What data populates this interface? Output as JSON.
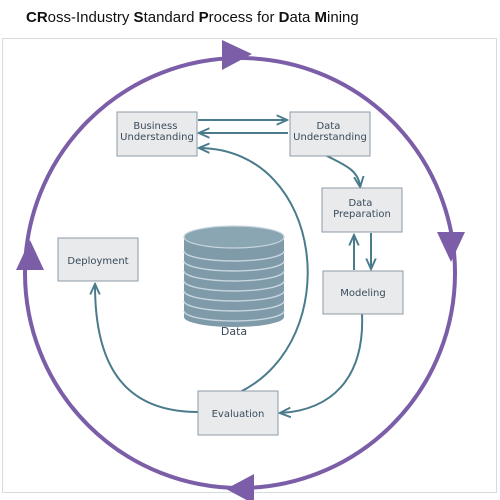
{
  "title": {
    "segments": [
      {
        "text": "CR",
        "bold": true
      },
      {
        "text": "oss-Industry ",
        "bold": false
      },
      {
        "text": "S",
        "bold": true
      },
      {
        "text": "tandard ",
        "bold": false
      },
      {
        "text": "P",
        "bold": true
      },
      {
        "text": "rocess for ",
        "bold": false
      },
      {
        "text": "D",
        "bold": true
      },
      {
        "text": "ata ",
        "bold": false
      },
      {
        "text": "M",
        "bold": true
      },
      {
        "text": "ining",
        "bold": false
      }
    ]
  },
  "diagram": {
    "phases": {
      "business_understanding": [
        "Business",
        "Understanding"
      ],
      "data_understanding": [
        "Data",
        "Understanding"
      ],
      "data_preparation": [
        "Data",
        "Preparation"
      ],
      "modeling": "Modeling",
      "evaluation": "Evaluation",
      "deployment": "Deployment"
    },
    "data_store_label": "Data"
  },
  "colors": {
    "outer_cycle": "#7b5ea7",
    "inner_arrows": "#4a7b8c",
    "box_fill": "#e8eaec",
    "box_border": "#8e9ba6",
    "cylinder_band": "#7f9aa8",
    "cylinder_stripe": "#c7d6de"
  }
}
